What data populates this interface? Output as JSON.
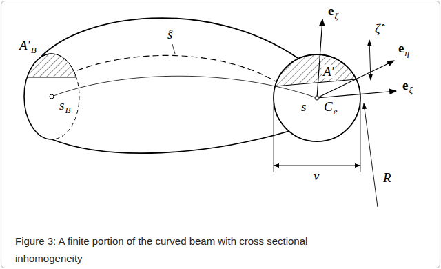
{
  "diagram": {
    "caption": "Figure 3: A finite portion of the curved beam with cross sectional inhomogeneity",
    "labels": [
      "A′",
      "B",
      "ŝ",
      "e",
      "ζ",
      "ζ̂",
      "A′",
      "e",
      "η",
      "e",
      "ξ",
      "s",
      "B",
      "s",
      "C",
      "e",
      "v",
      "R"
    ]
  }
}
